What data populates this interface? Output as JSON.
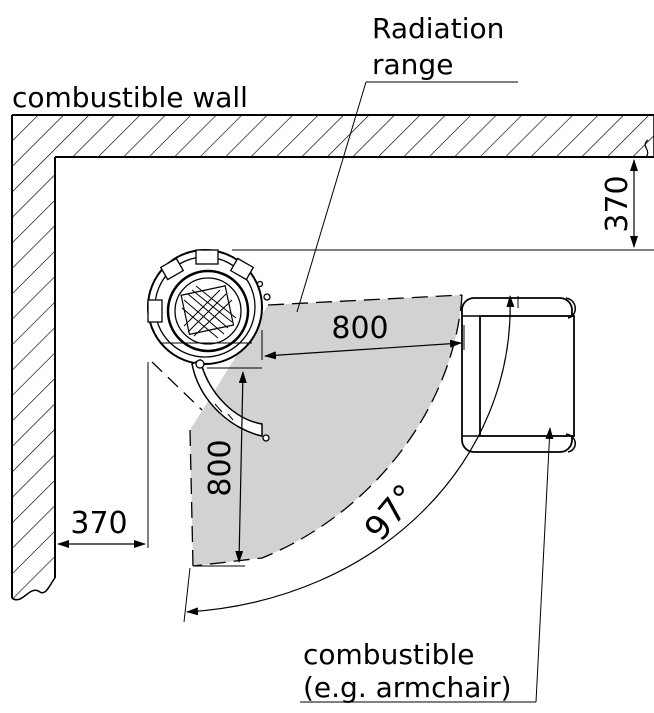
{
  "labels": {
    "radiation_range_line1": "Radiation",
    "radiation_range_line2": "range",
    "combustible_wall": "combustible wall",
    "combustible_line1": "combustible",
    "combustible_line2": "(e.g. armchair)"
  },
  "dimensions": {
    "top_clearance": "370",
    "side_clearance": "370",
    "radiation_horizontal": "800",
    "radiation_vertical": "800",
    "angle": "97°"
  },
  "colors": {
    "radiation_fill": "#d2d2d2",
    "line": "#000000"
  }
}
